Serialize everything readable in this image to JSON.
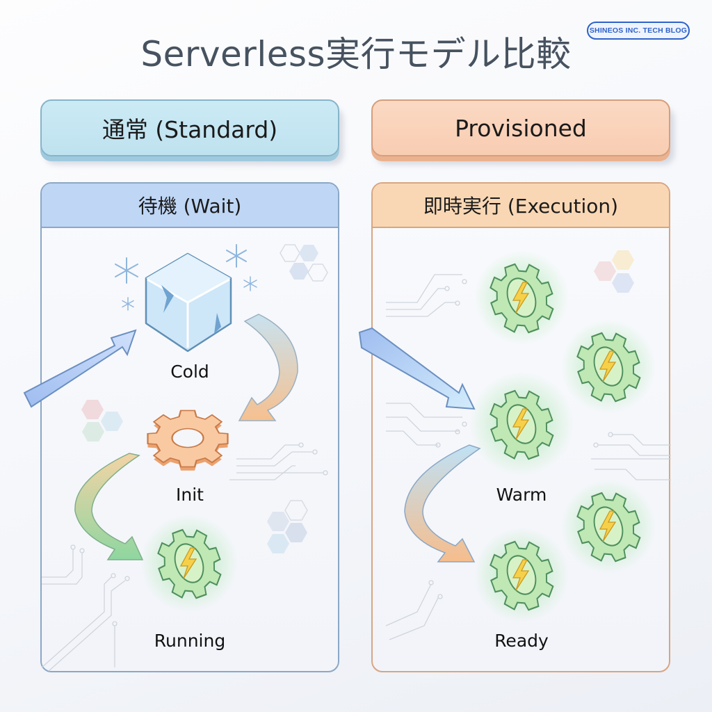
{
  "title": "Serverless実行モデル比較",
  "badge": "SHINEOS INC. TECH BLOG",
  "columns": [
    {
      "header": "通常 (Standard)",
      "panel_title": "待機 (Wait)",
      "stages": [
        "Cold",
        "Init",
        "Running"
      ],
      "icons": [
        "ice-cube-icon",
        "gear-icon-orange",
        "gear-bolt-icon-green"
      ]
    },
    {
      "header": "Provisioned",
      "panel_title": "即時実行 (Execution)",
      "stages": [
        "Warm",
        "Ready"
      ],
      "icons": [
        "gear-bolt-icon-green",
        "gear-bolt-icon-green",
        "gear-bolt-icon-green",
        "gear-bolt-icon-green",
        "gear-bolt-icon-green"
      ]
    }
  ],
  "colors": {
    "standard_accent": "#bfe2ef",
    "provisioned_accent": "#f8cdb2",
    "badge": "#2e62c9",
    "title": "#46525f",
    "active_gear": "#8fd19a",
    "init_gear": "#f6b98a"
  }
}
